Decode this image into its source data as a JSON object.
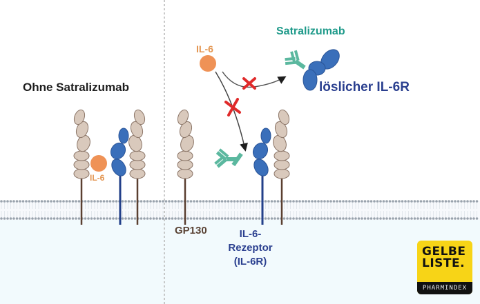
{
  "diagram": {
    "title_left": "Ohne Satralizumab",
    "drug_label": "Satralizumab",
    "soluble_receptor_label": "löslicher IL-6R",
    "ligand_label": "IL-6",
    "bound_ligand_label": "IL-6",
    "gp130_label": "GP130",
    "receptor_label": "IL-6-Rezeptor (IL-6R)",
    "blocked_interactions": [
      "IL-6 → löslicher IL-6R",
      "IL-6 → IL-6-Rezeptor"
    ],
    "colors": {
      "gp130": "#d9c9bc",
      "gp130_stroke": "#8a7466",
      "gp130_stalk": "#5a3f30",
      "receptor": "#3a6fba",
      "receptor_stalk": "#23408a",
      "il6": "#ef9256",
      "antibody": "#5bb89f",
      "block_x": "#e02a2a",
      "membrane_dot": "#9aa3ad",
      "cytoplasm": "#f2fafd"
    }
  },
  "logo": {
    "line1": "GELBE",
    "line2": "LISTE.",
    "line3": "PHARMINDEX"
  }
}
